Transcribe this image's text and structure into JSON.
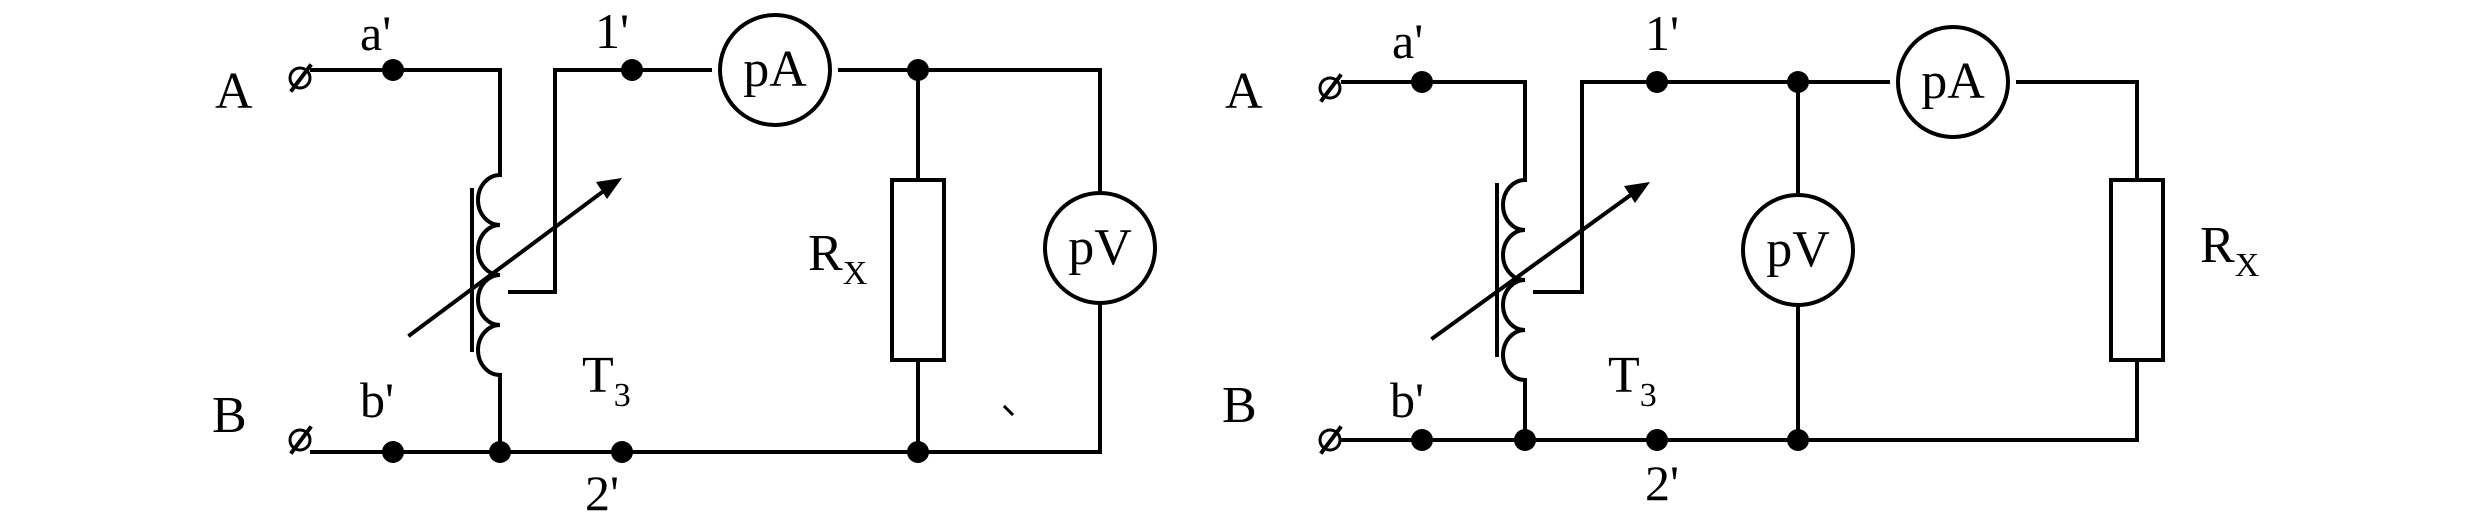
{
  "left_circuit": {
    "terminal_A": "A",
    "terminal_B": "B",
    "node_a": "a'",
    "node_b": "b'",
    "node_1": "1'",
    "node_2": "2'",
    "transformer_main": "T",
    "transformer_sub": "3",
    "ammeter": "pA",
    "voltmeter": "pV",
    "resistor_main": "R",
    "resistor_sub": "X"
  },
  "right_circuit": {
    "terminal_A": "A",
    "terminal_B": "B",
    "node_a": "a'",
    "node_b": "b'",
    "node_1": "1'",
    "node_2": "2'",
    "transformer_main": "T",
    "transformer_sub": "3",
    "ammeter": "pA",
    "voltmeter": "pV",
    "resistor_main": "R",
    "resistor_sub": "X"
  }
}
